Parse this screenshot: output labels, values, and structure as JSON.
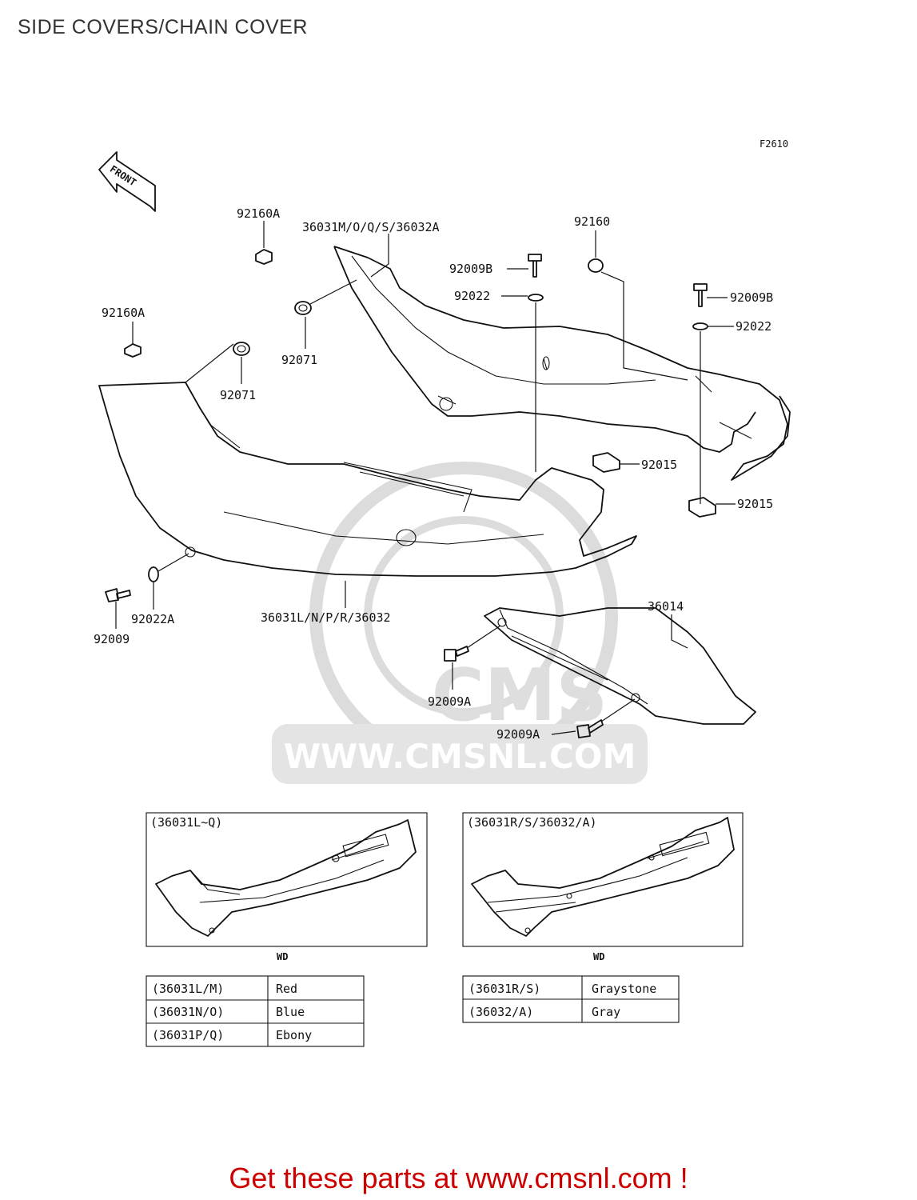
{
  "page_title": "SIDE COVERS/CHAIN COVER",
  "figure_code": "F2610",
  "front_label": "FRONT",
  "watermark_text": "WWW.CMSNL.COM",
  "watermark_logo": "CMS",
  "footer_text": "Get these parts at www.cmsnl.com !",
  "callouts": {
    "c92160A_top": "92160A",
    "c36031_upper": "36031M/O/Q/S/36032A",
    "c92160": "92160",
    "c92009B_a": "92009B",
    "c92022_a": "92022",
    "c92009B_b": "92009B",
    "c92022_b": "92022",
    "c92160A_left": "92160A",
    "c92071_a": "92071",
    "c92071_b": "92071",
    "c92015_a": "92015",
    "c92015_b": "92015",
    "c92009": "92009",
    "c92022A": "92022A",
    "c36031_lower": "36031L/N/P/R/36032",
    "c36014": "36014",
    "c92009A_a": "92009A",
    "c92009A_b": "92009A"
  },
  "inset_left": {
    "title": "(36031L~Q)",
    "caption": "WD"
  },
  "inset_right": {
    "title": "(36031R/S/36032/A)",
    "caption": "WD"
  },
  "color_table_left": [
    {
      "code": "(36031L/M)",
      "color": "Red"
    },
    {
      "code": "(36031N/O)",
      "color": "Blue"
    },
    {
      "code": "(36031P/Q)",
      "color": "Ebony"
    }
  ],
  "color_table_right": [
    {
      "code": "(36031R/S)",
      "color": "Graystone"
    },
    {
      "code": "(36032/A)",
      "color": "Gray"
    }
  ]
}
